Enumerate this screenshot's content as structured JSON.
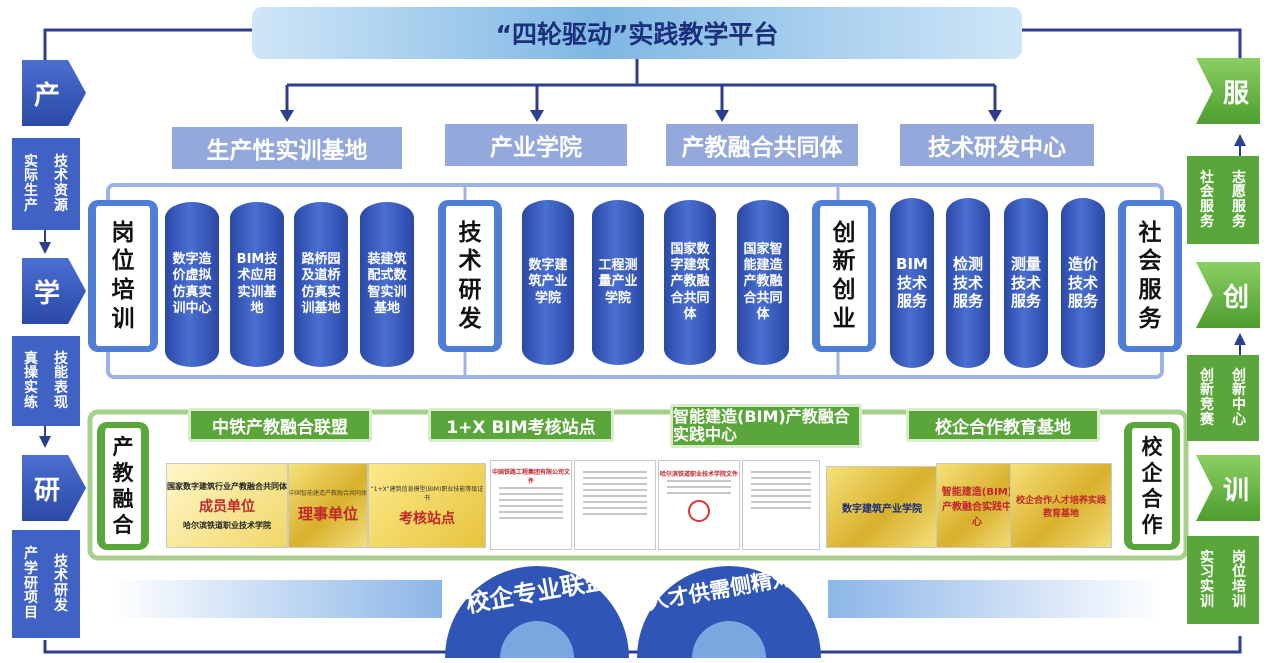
{
  "title": "“四轮驱动”实践教学平台",
  "subtitles": [
    "生产性实训基地",
    "产业学院",
    "产教融合共同体",
    "技术研发中心"
  ],
  "categories": {
    "left_training": "岗位培训",
    "tech_research": "技术研发",
    "innovation": "创新创业",
    "social_service": "社会服务",
    "integration": "产教融合",
    "school_enterprise": "校企合作"
  },
  "columns": {
    "training": [
      "数字造价虚拟仿真实训中心",
      "BIM技术应用实训基地",
      "路桥园及道桥仿真实训基地",
      "装建筑配式数智实训基地"
    ],
    "research": [
      "数字建筑产业学院",
      "工程测量产业学院",
      "国家数字建筑产教融合共同体",
      "国家智能建造产教融合共同体"
    ],
    "service": [
      "BIM技术服务",
      "检测技术服务",
      "测量技术服务",
      "造价技术服务"
    ]
  },
  "banners": [
    "中铁产教融合联盟",
    "1+X BIM考核站点",
    "智能建造(BIM)产教融合实践中心",
    "校企合作教育基地"
  ],
  "certificates": {
    "c1_header": "国家数字建筑行业产教融合共同体",
    "c1_title": "成员单位",
    "c1_org": "哈尔滨铁道职业技术学院",
    "c2_header": "中国智能建造产教融合共同体",
    "c2_title": "理事单位",
    "c3_header": "“1+X”建筑信息模型(BIM)职业技能等级证书",
    "c3_title": "考核站点",
    "d1_header": "中国铁路工程集团有限公司文件",
    "d3_header": "哈尔滨铁道职业技术学院文件",
    "g1_title": "数字建筑产业学院",
    "g2_title": "智能建造(BIM)产教融合实践中心",
    "g3_title": "校企合作人才培养实践教育基地"
  },
  "bottom": [
    "校企专业联盟",
    "人才供需侧精对接"
  ],
  "left": {
    "arrows": [
      "产",
      "学",
      "研"
    ],
    "boxes": [
      [
        "实际生产",
        "技术资源"
      ],
      [
        "真操实练",
        "技能表现"
      ],
      [
        "产学研项目",
        "技术研发"
      ]
    ]
  },
  "right": {
    "arrows": [
      "服",
      "创",
      "训"
    ],
    "boxes": [
      [
        "社会服务",
        "志愿服务"
      ],
      [
        "创新竞赛",
        "创新中心"
      ],
      [
        "实习实训",
        "岗位培训"
      ]
    ]
  },
  "colors": {
    "blue": "#2f52b8",
    "green": "#5aa63a",
    "light_blue": "#95a8dc"
  }
}
